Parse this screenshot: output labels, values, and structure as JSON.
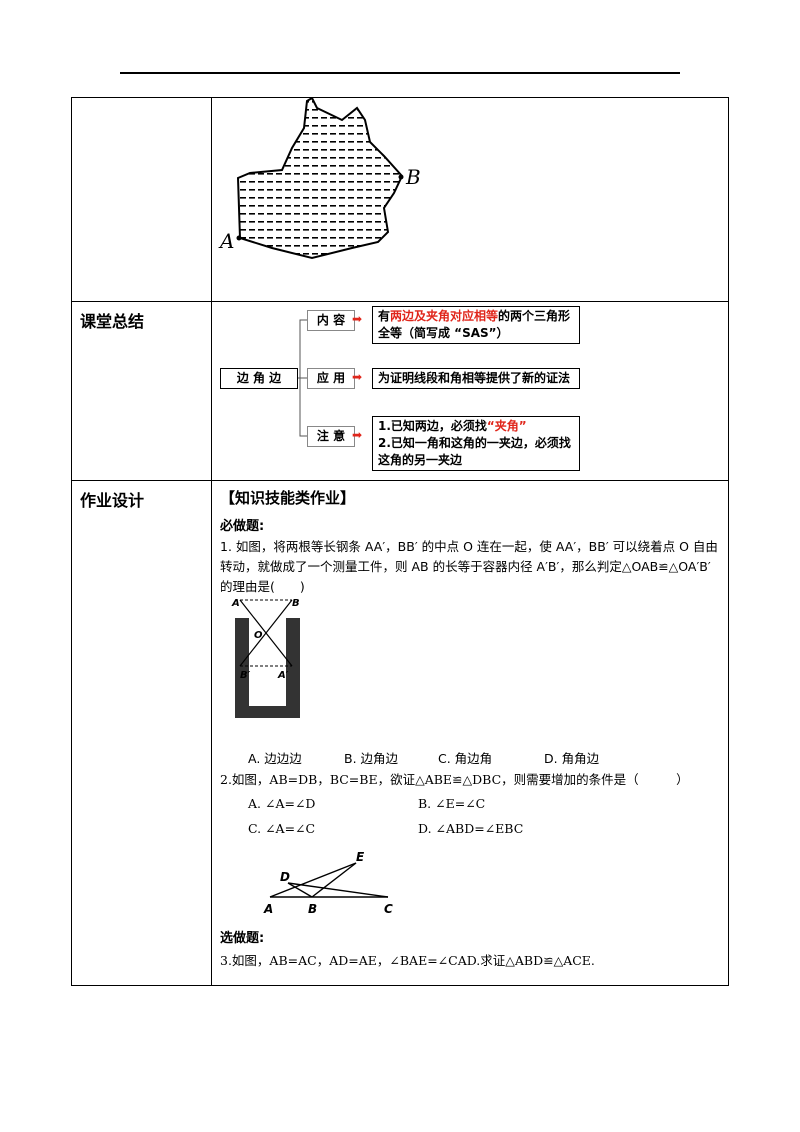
{
  "rows": [
    {
      "label": ""
    },
    {
      "label": "课堂总结"
    },
    {
      "label": "作业设计"
    }
  ],
  "map_figure": {
    "point_a": "A",
    "point_b": "B"
  },
  "summary": {
    "center": "边 角 边",
    "branches": [
      {
        "tag": "内 容",
        "pre": "有",
        "highlight": "两边及夹角对应相等",
        "post": "的两个三角形全等（简写成 “SAS”）"
      },
      {
        "tag": "应 用",
        "text": "为证明线段和角相等提供了新的证法"
      },
      {
        "tag": "注 意",
        "line1_pre": "1.已知两边，必须找",
        "line1_highlight": "“夹角”",
        "line2": "2.已知一角和这角的一夹边，必须找这角的另一夹边"
      }
    ]
  },
  "homework": {
    "heading": "【知识技能类作业】",
    "required_title": "必做题:",
    "q1": "1. 如图，将两根等长钢条 AA′，BB′ 的中点 O 连在一起，使 AA′，BB′ 可以绕着点 O 自由转动，就做成了一个测量工件，则 AB 的长等于容器内径 A′B′，那么判定△OAB≌△OA′B′ 的理由是(　　)",
    "q1_figure": {
      "a": "A",
      "b": "B",
      "o": "O",
      "b2": "B′",
      "a2": "A′"
    },
    "q1_options": [
      "A. 边边边",
      "B. 边角边",
      "C. 角边角",
      "D. 角角边"
    ],
    "q2": "2.如图，AB=DB，BC=BE，欲证△ABE≌△DBC，则需要增加的条件是（　　　）",
    "q2_options": [
      "A. ∠A=∠D",
      "B. ∠E=∠C",
      "C. ∠A=∠C",
      "D. ∠ABD=∠EBC"
    ],
    "q2_figure": {
      "a": "A",
      "b": "B",
      "c": "C",
      "d": "D",
      "e": "E"
    },
    "optional_title": "选做题:",
    "q3": "3.如图，AB=AC，AD=AE，∠BAE=∠CAD.求证△ABD≌△ACE."
  }
}
